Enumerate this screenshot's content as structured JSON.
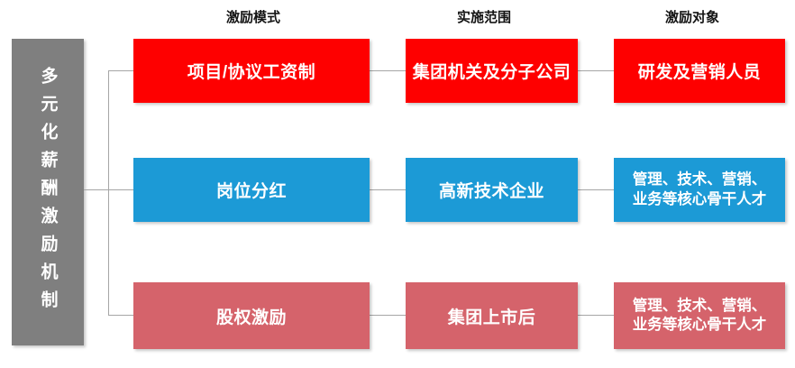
{
  "root": {
    "label": "多元化薪酬激励机制",
    "color": "#7F7F7F"
  },
  "column_headers": [
    {
      "label": "激励模式"
    },
    {
      "label": "实施范围"
    },
    {
      "label": "激励对象"
    }
  ],
  "rows": [
    {
      "mode": "项目/协议工资制",
      "scope": "集团机关及分子公司",
      "target": "研发及营销人员",
      "color": "#FE0000"
    },
    {
      "mode": "岗位分红",
      "scope": "高新技术企业",
      "target": "管理、技术、营销、\n业务等核心骨干人才",
      "color": "#1C9AD6"
    },
    {
      "mode": "股权激励",
      "scope": "集团上市后",
      "target": "管理、技术、营销、\n业务等核心骨干人才",
      "color": "#D5636B"
    }
  ],
  "connector_color": "#A6A6A6"
}
